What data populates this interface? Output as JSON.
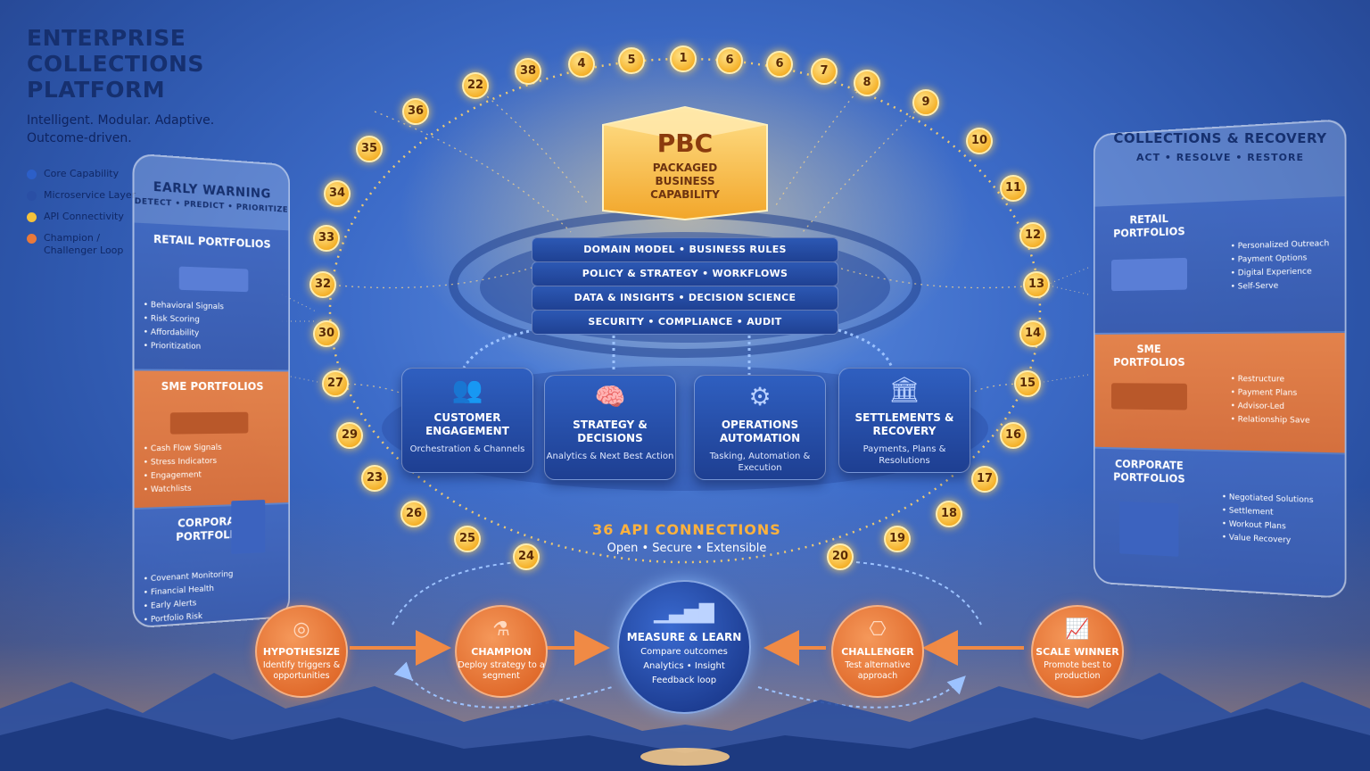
{
  "header": {
    "title_lines": [
      "ENTERPRISE",
      "COLLECTIONS",
      "PLATFORM"
    ],
    "tagline_lines": [
      "Intelligent. Modular. Adaptive.",
      "Outcome-driven."
    ]
  },
  "legend": [
    {
      "label": "Core Capability",
      "color": "#2c5fc8"
    },
    {
      "label": "Microservice Layer",
      "color": "#2a4fa5"
    },
    {
      "label": "API Connectivity",
      "color": "#f5c23b"
    },
    {
      "label": "Champion / Challenger Loop",
      "color": "#e9793a"
    }
  ],
  "early_warning": {
    "title": "EARLY WARNING",
    "subtitle": "DETECT • PREDICT • PRIORITIZE",
    "segments": [
      {
        "title": "RETAIL PORTFOLIOS",
        "items": [
          "Behavioral Signals",
          "Risk Scoring",
          "Affordability",
          "Prioritization"
        ]
      },
      {
        "title": "SME PORTFOLIOS",
        "items": [
          "Cash Flow Signals",
          "Stress Indicators",
          "Engagement",
          "Watchlists"
        ]
      },
      {
        "title": "CORPORATE PORTFOLIOS",
        "items": [
          "Covenant Monitoring",
          "Financial Health",
          "Early Alerts",
          "Portfolio Risk"
        ]
      }
    ]
  },
  "collections_recovery": {
    "title": "COLLECTIONS & RECOVERY",
    "subtitle": "ACT • RESOLVE • RESTORE",
    "segments": [
      {
        "title": "RETAIL PORTFOLIOS",
        "items": [
          "Personalized Outreach",
          "Payment Options",
          "Digital Experience",
          "Self-Serve"
        ]
      },
      {
        "title": "SME PORTFOLIOS",
        "items": [
          "Restructure",
          "Payment Plans",
          "Advisor-Led",
          "Relationship Save"
        ]
      },
      {
        "title": "CORPORATE PORTFOLIOS",
        "items": [
          "Negotiated Solutions",
          "Settlement",
          "Workout Plans",
          "Value Recovery"
        ]
      }
    ]
  },
  "pbc": {
    "title": "PBC",
    "subtitle_lines": [
      "PACKAGED",
      "BUSINESS",
      "CAPABILITY"
    ],
    "layers": [
      "DOMAIN MODEL • BUSINESS RULES",
      "POLICY & STRATEGY • WORKFLOWS",
      "DATA & INSIGHTS • DECISION SCIENCE",
      "SECURITY • COMPLIANCE • AUDIT"
    ]
  },
  "modules": [
    {
      "icon": "users-icon",
      "glyph": "👥",
      "title": "CUSTOMER ENGAGEMENT",
      "sub": "Orchestration & Channels"
    },
    {
      "icon": "brain-icon",
      "glyph": "🧠",
      "title": "STRATEGY & DECISIONS",
      "sub": "Analytics & Next Best Action"
    },
    {
      "icon": "gear-icon",
      "glyph": "⚙",
      "title": "OPERATIONS AUTOMATION",
      "sub": "Tasking, Automation & Execution"
    },
    {
      "icon": "bank-icon",
      "glyph": "🏛",
      "title": "SETTLEMENTS & RECOVERY",
      "sub": "Payments, Plans & Resolutions"
    }
  ],
  "api": {
    "title": "36 API CONNECTIONS",
    "subtitle": "Open • Secure • Extensible",
    "nodes": [
      "1",
      "6",
      "6",
      "7",
      "8",
      "9",
      "10",
      "11",
      "12",
      "13",
      "14",
      "15",
      "16",
      "17",
      "18",
      "19",
      "20",
      "24",
      "25",
      "26",
      "23",
      "29",
      "27",
      "30",
      "32",
      "33",
      "34",
      "35",
      "36",
      "22",
      "38",
      "4",
      "5"
    ]
  },
  "loop": [
    {
      "icon": "target-icon",
      "glyph": "◎",
      "title": "HYPOTHESIZE",
      "sub": "Identify triggers & opportunities"
    },
    {
      "icon": "flask-icon",
      "glyph": "⚗",
      "title": "CHAMPION",
      "sub": "Deploy strategy to a segment"
    },
    {
      "icon": "bar-chart-icon",
      "glyph": "▁▃▅▇",
      "title": "MEASURE & LEARN",
      "sub_lines": [
        "Compare outcomes",
        "Analytics • Insight",
        "Feedback loop"
      ]
    },
    {
      "icon": "network-icon",
      "glyph": "⎔",
      "title": "CHALLENGER",
      "sub": "Test alternative approach"
    },
    {
      "icon": "trend-up-icon",
      "glyph": "📈",
      "title": "SCALE WINNER",
      "sub": "Promote best to production"
    }
  ]
}
